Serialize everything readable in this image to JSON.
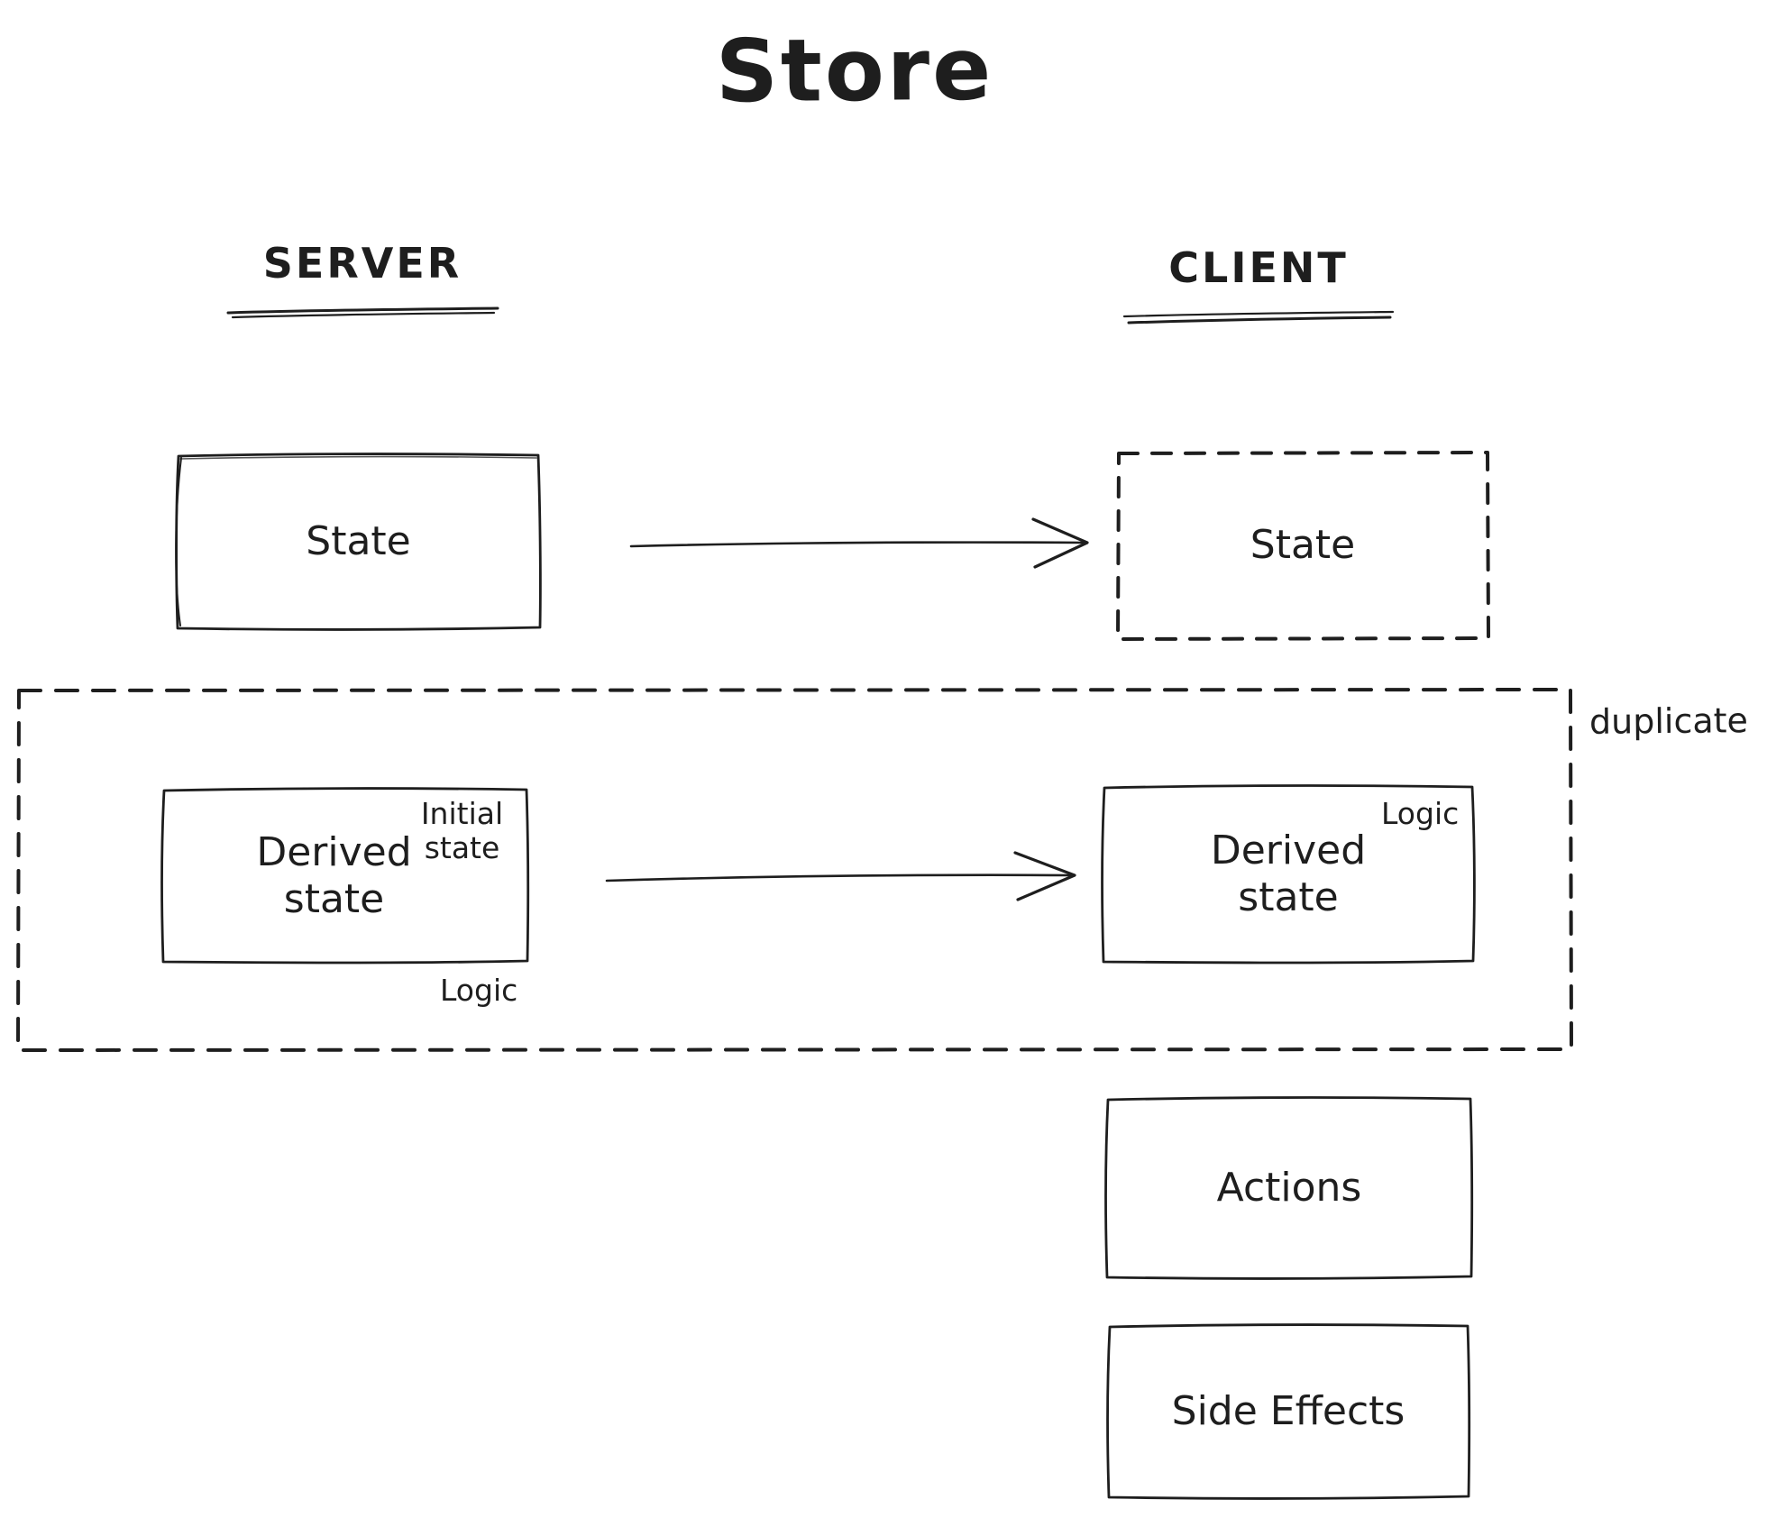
{
  "title": "Store",
  "server": {
    "heading": "SERVER",
    "state_box": {
      "label": "State"
    },
    "derived_box": {
      "label": "Derived state",
      "initial_state_note": "Initial state",
      "logic_note": "Logic"
    }
  },
  "client": {
    "heading": "CLIENT",
    "state_box": {
      "label": "State"
    },
    "derived_box": {
      "label": "Derived state",
      "logic_note": "Logic"
    },
    "actions_box": {
      "label": "Actions"
    },
    "side_effects_box": {
      "label": "Side Effects"
    }
  },
  "duplicate_label": "duplicate",
  "colors": {
    "ink": "#1e1e1e",
    "background": "#ffffff"
  }
}
